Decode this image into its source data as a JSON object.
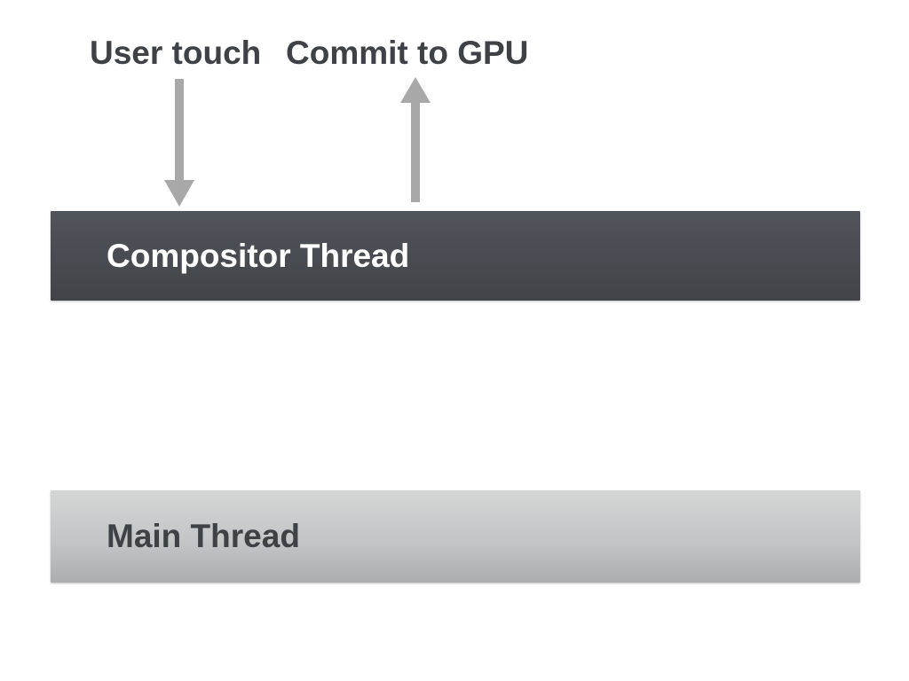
{
  "labels": {
    "user_touch": "User touch",
    "commit_to_gpu": "Commit to GPU"
  },
  "bars": {
    "compositor": {
      "label": "Compositor Thread"
    },
    "main": {
      "label": "Main Thread"
    }
  },
  "arrows": [
    {
      "name": "user-touch-down-arrow",
      "direction": "down",
      "from": "User touch",
      "to": "Compositor Thread"
    },
    {
      "name": "commit-to-gpu-up-arrow",
      "direction": "up",
      "from": "Compositor Thread",
      "to": "Commit to GPU"
    }
  ],
  "colors": {
    "arrow": "#a8a8a8",
    "comp-top": "#50545b",
    "comp-bottom": "#414549",
    "comp-text": "#ffffff",
    "main-top": "#d4d6d6",
    "main-bottom": "#abaeaf",
    "main-text": "#3e4246",
    "label-text": "#3e4246"
  }
}
